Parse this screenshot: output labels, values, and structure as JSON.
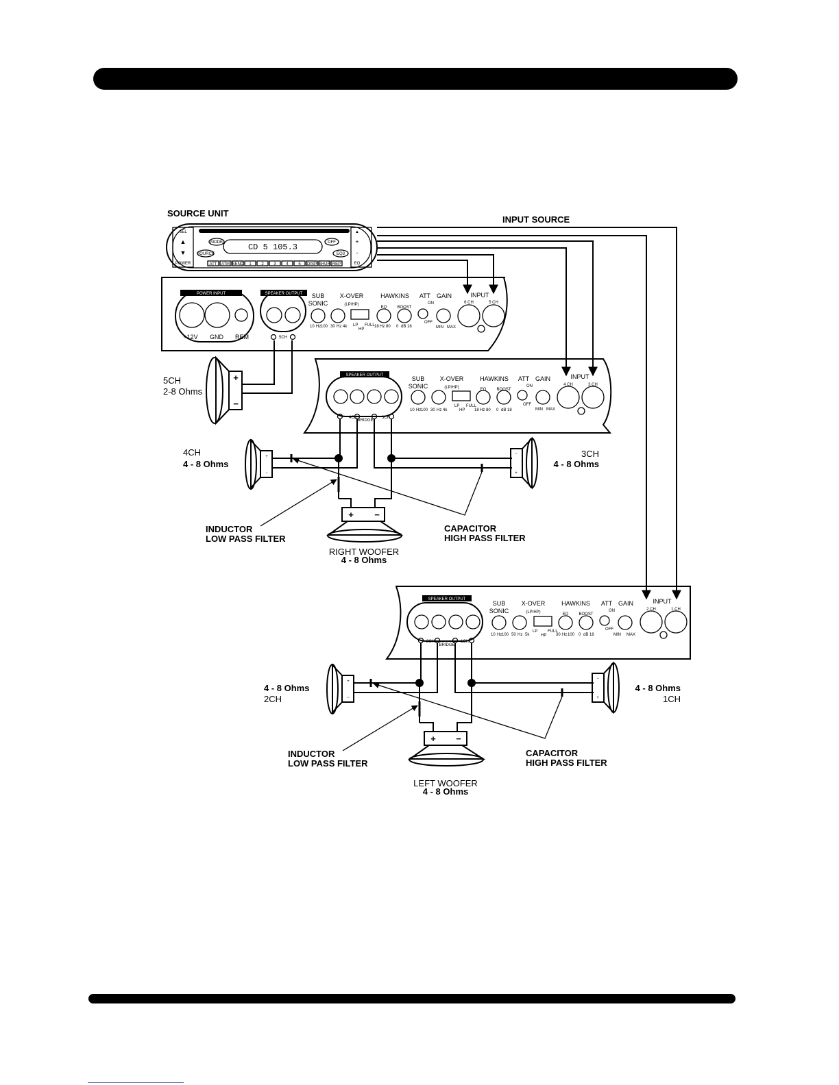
{
  "source_unit": {
    "title": "SOURCE UNIT",
    "display": "CD 5  105.3",
    "buttons_left": [
      "SEL",
      "▲",
      "▼",
      "POWER"
    ],
    "buttons_center": [
      "MODE",
      "SOURCE",
      "DFF",
      "EQ3"
    ],
    "buttons_right": [
      "▲",
      "+",
      "-",
      "EQ"
    ],
    "presets": [
      "ATT",
      "ATM",
      "SEND",
      "1",
      "2",
      "3",
      "4",
      "5",
      "DISP",
      "SHUF",
      "REP"
    ]
  },
  "input_source_label": "INPUT SOURCE",
  "amp_controls": {
    "power_input": "POWER INPUT",
    "speaker_output": "SPEAKER OUTPUT",
    "terminals": [
      "+12V",
      "GND",
      "REM"
    ],
    "sub_sonic": [
      "SUB",
      "SONIC"
    ],
    "x_over": [
      "X-OVER",
      "(LP/HP)"
    ],
    "x_over_positions": [
      "LP",
      "HP",
      "FULL"
    ],
    "hawkins": "HAWKINS",
    "eq": "EQ",
    "boost": "BOOST",
    "att": "ATT",
    "att_on": "ON",
    "att_off": "OFF",
    "gain": "GAIN",
    "gain_scale": [
      "MIN",
      "MAX"
    ],
    "input": "INPUT",
    "bridge": "BRIDGE",
    "sub_scale": [
      "10",
      "Hz",
      "100"
    ],
    "xover_scale_top": [
      "30",
      "Hz",
      "4k"
    ],
    "eq_scale_top": [
      "18",
      "Hz",
      "80"
    ],
    "boost_scale": [
      "0",
      "dB",
      "18"
    ],
    "xover_scale_bottom": [
      "50",
      "Hz",
      "5k"
    ],
    "eq_scale_bottom": [
      "30",
      "Hz",
      "100"
    ]
  },
  "amp_top": {
    "inputs": [
      "6 CH",
      "5 CH"
    ],
    "speaker_channel": "5CH"
  },
  "amp_middle": {
    "inputs": [
      "4 CH",
      "3 CH"
    ],
    "outputs": [
      "4CH",
      "3CH"
    ]
  },
  "amp_bottom": {
    "inputs": [
      "2 CH",
      "1 CH"
    ],
    "outputs": [
      "2CH",
      "1CH"
    ]
  },
  "speakers": {
    "ch5": {
      "name": "5CH",
      "impedance": "2-8 Ohms"
    },
    "ch4": {
      "name": "4CH",
      "impedance": "4 - 8 Ohms"
    },
    "ch3": {
      "name": "3CH",
      "impedance": "4 - 8 Ohms"
    },
    "ch2": {
      "name": "2CH",
      "impedance": "4 - 8 Ohms"
    },
    "ch1": {
      "name": "1CH",
      "impedance": "4 - 8 Ohms"
    },
    "right_woofer": {
      "name": "RIGHT WOOFER",
      "impedance": "4 - 8 Ohms"
    },
    "left_woofer": {
      "name": "LEFT WOOFER",
      "impedance": "4 - 8 Ohms"
    }
  },
  "filters": {
    "inductor": [
      "INDUCTOR",
      "LOW PASS FILTER"
    ],
    "capacitor": [
      "CAPACITOR",
      "HIGH PASS FILTER"
    ]
  }
}
